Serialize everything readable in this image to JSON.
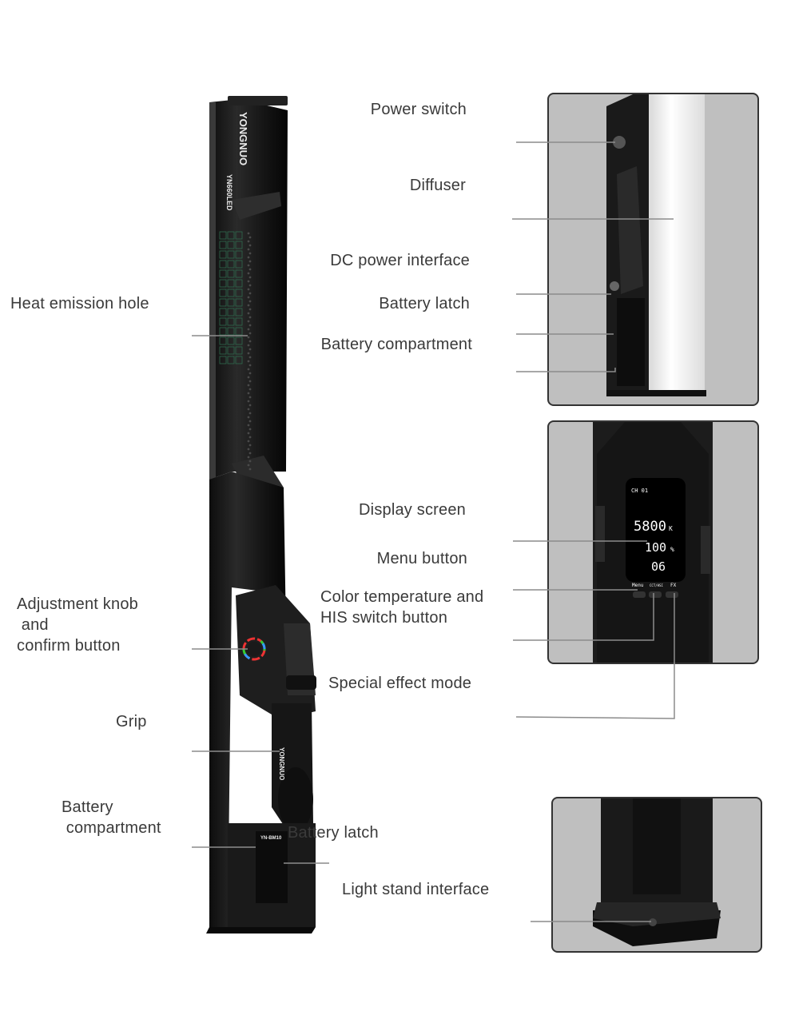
{
  "brand": {
    "logo": "YONGNUO",
    "model": "YN660LED",
    "grip_logo": "YONGNUO",
    "battery_label": "YN-BM10"
  },
  "labels": {
    "heat_emission_hole": "Heat emission hole",
    "adjustment_knob": "Adjustment knob\n and\nconfirm button",
    "grip": "Grip",
    "battery_compartment_left": "Battery\n compartment",
    "power_switch": "Power switch",
    "diffuser": "Diffuser",
    "dc_power_interface": "DC power interface",
    "battery_latch_top": "Battery latch",
    "battery_compartment_top": "Battery compartment",
    "display_screen": "Display screen",
    "menu_button": "Menu button",
    "color_temp_button": "Color temperature and\nHIS switch button",
    "special_effect_mode": "Special effect mode",
    "battery_latch_bottom": "Battery latch",
    "light_stand_interface": "Light stand interface"
  },
  "display": {
    "channel": "CH 01",
    "temperature": "5800",
    "temperature_unit": "K",
    "brightness": "100",
    "brightness_unit": "%",
    "effect": "06",
    "button_menu": "Menu",
    "button_cct": "CCT/HSI",
    "button_fx": "FX"
  },
  "colors": {
    "device_body": "#1a1a1a",
    "panel_bg": "#bfbfbf",
    "diffuser": "#f2f2f2",
    "leader_line": "#8c8c8c"
  }
}
